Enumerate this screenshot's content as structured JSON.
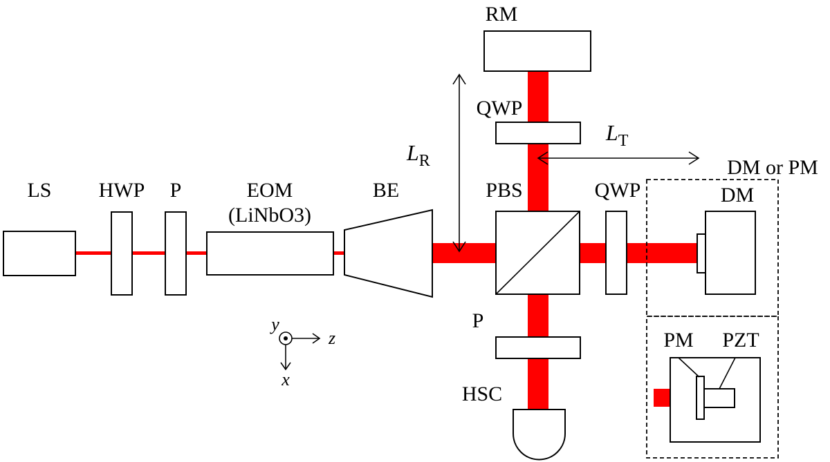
{
  "labels": {
    "ls": "LS",
    "hwp": "HWP",
    "p1": "P",
    "eom_line1": "EOM",
    "eom_line2": "(LiNbO3)",
    "be": "BE",
    "rm": "RM",
    "qwp_top": "QWP",
    "pbs": "PBS",
    "qwp_right": "QWP",
    "p2": "P",
    "hsc": "HSC",
    "dm_or_pm": "DM or PM",
    "dm": "DM",
    "pm": "PM",
    "pzt": "PZT",
    "lr_main": "L",
    "lr_sub": "R",
    "lt_main": "L",
    "lt_sub": "T",
    "axis_y": "y",
    "axis_z": "z",
    "axis_x": "x"
  },
  "colors": {
    "beam": "#ff0000",
    "stroke": "#000000"
  }
}
